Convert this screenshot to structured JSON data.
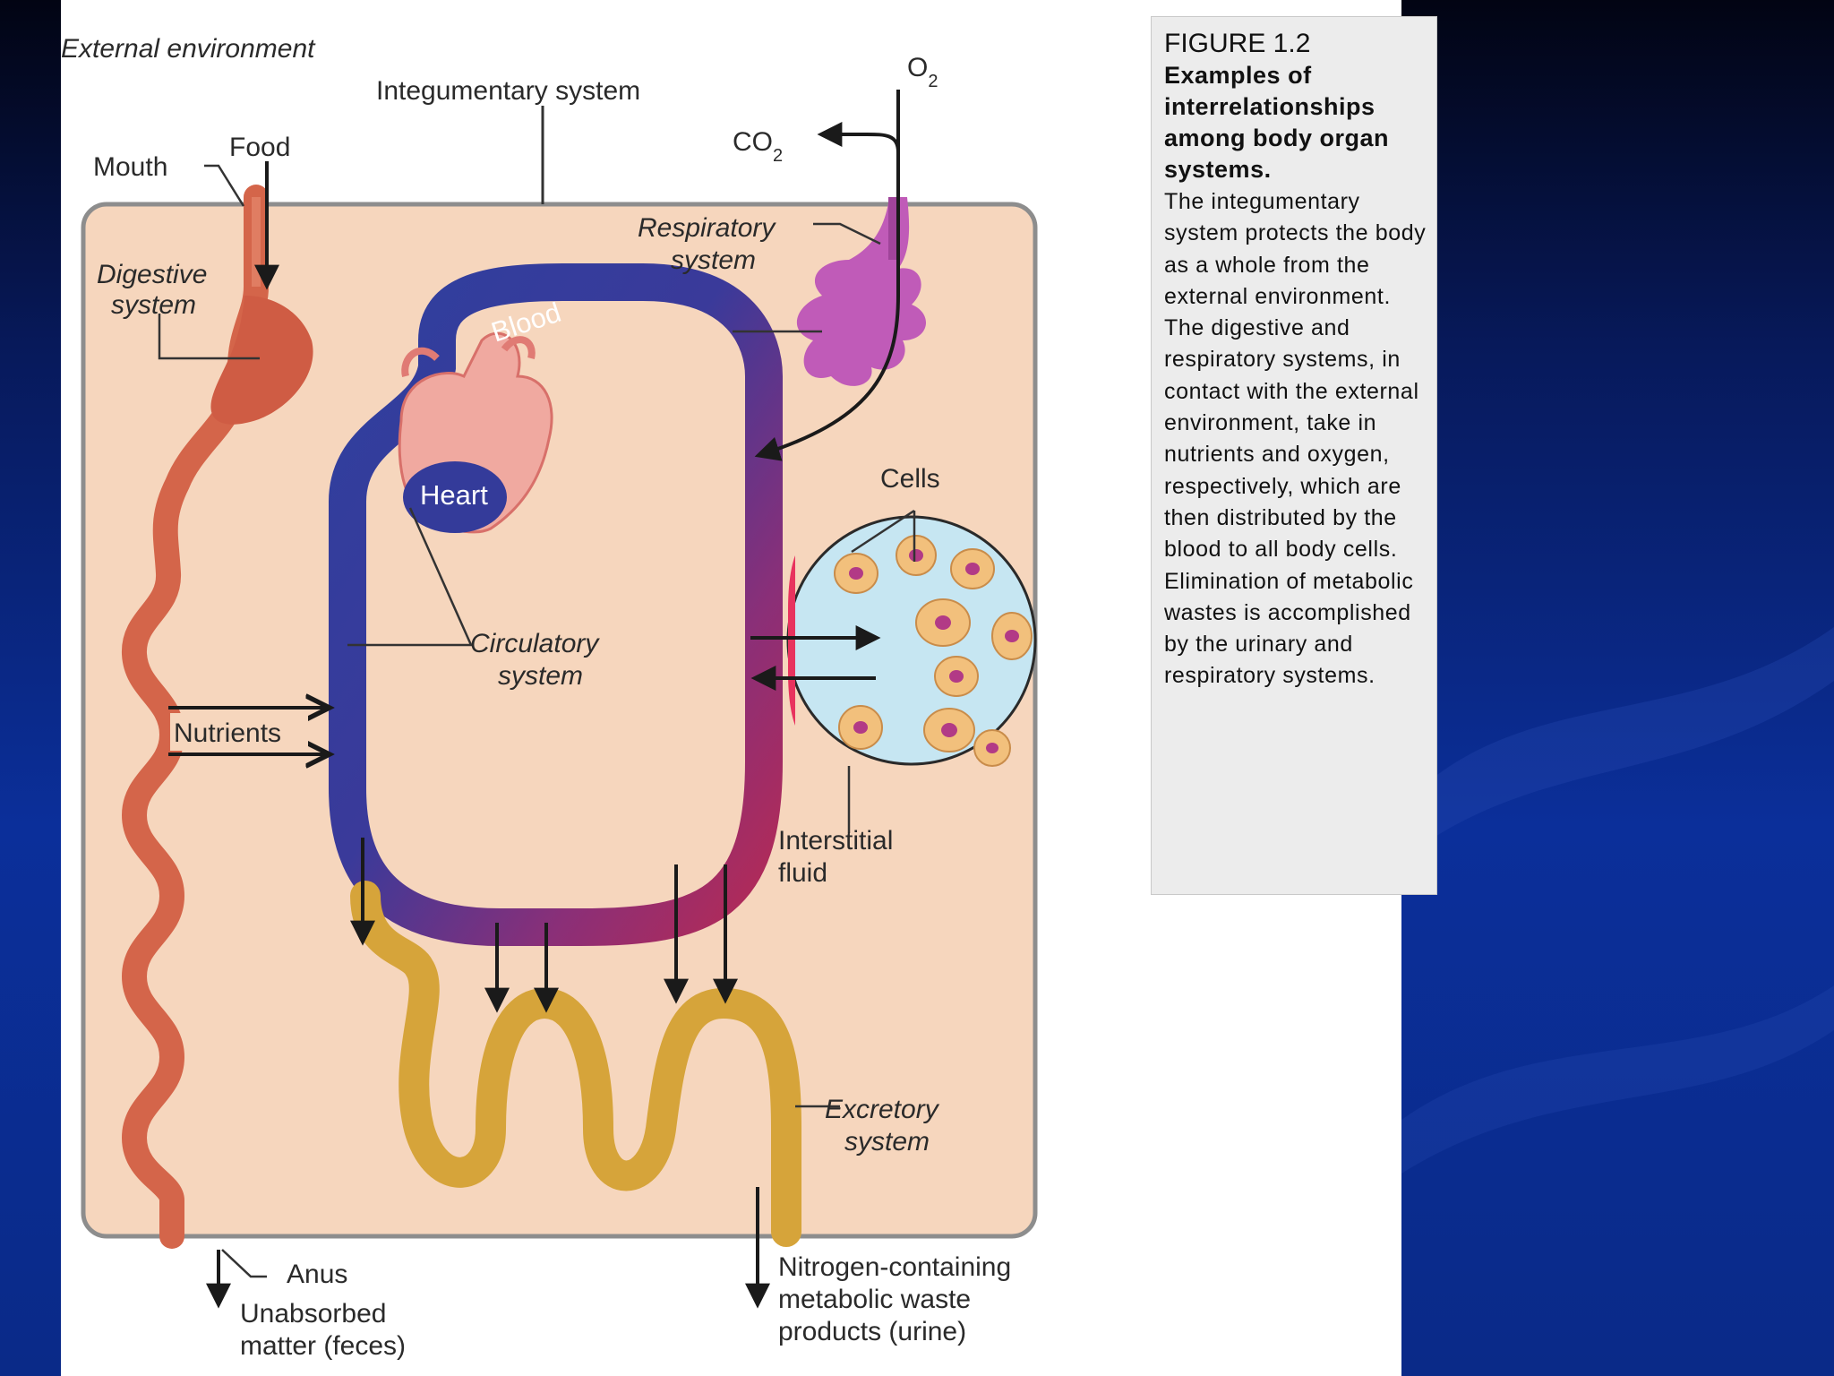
{
  "figure": {
    "labels": {
      "external_environment": "External environment",
      "integumentary_system": "Integumentary system",
      "o2": "O",
      "o2_sub": "2",
      "co2": "CO",
      "co2_sub": "2",
      "mouth": "Mouth",
      "food": "Food",
      "digestive_system_1": "Digestive",
      "digestive_system_2": "system",
      "respiratory_system_1": "Respiratory",
      "respiratory_system_2": "system",
      "blood": "Blood",
      "heart": "Heart",
      "cells": "Cells",
      "circulatory_system_1": "Circulatory",
      "circulatory_system_2": "system",
      "nutrients": "Nutrients",
      "interstitial_fluid_1": "Interstitial",
      "interstitial_fluid_2": "fluid",
      "excretory_system_1": "Excretory",
      "excretory_system_2": "system",
      "anus": "Anus",
      "unabsorbed_1": "Unabsorbed",
      "unabsorbed_2": "matter (feces)",
      "nitrogen_1": "Nitrogen-containing",
      "nitrogen_2": "metabolic waste",
      "nitrogen_3": "products (urine)"
    },
    "colors": {
      "slide_background": "#0b2a8a",
      "body_fill": "#f6d6bd",
      "digestive_tract": "#d4654a",
      "blood_vessel_blue": "#3b3f9c",
      "blood_vessel_red": "#b52a55",
      "lungs": "#c05bb8",
      "kidney_tubule": "#d6a43a",
      "interstitial_fluid": "#c6e6f2"
    }
  },
  "caption": {
    "figure_number": "FIGURE 1.2",
    "title": "Examples of interrelationships among body organ systems.",
    "body": "The integumentary system protects the body as a whole from the external environment. The digestive and respiratory systems, in contact with the external environment, take in nutrients and oxygen, respectively, which are then distributed by the blood to all body cells. Elimination of metabolic wastes is accomplished by the urinary and respiratory systems."
  }
}
